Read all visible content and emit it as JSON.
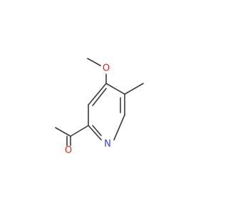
{
  "molecule": {
    "atoms": {
      "O_methoxy": {
        "label": "O",
        "color": "#e0281e"
      },
      "N_ring": {
        "label": "N",
        "color": "#2f3fd8"
      },
      "O_aldehyde": {
        "label": "O",
        "color": "#e0281e"
      }
    },
    "bond_color": "#3a3a3a"
  }
}
